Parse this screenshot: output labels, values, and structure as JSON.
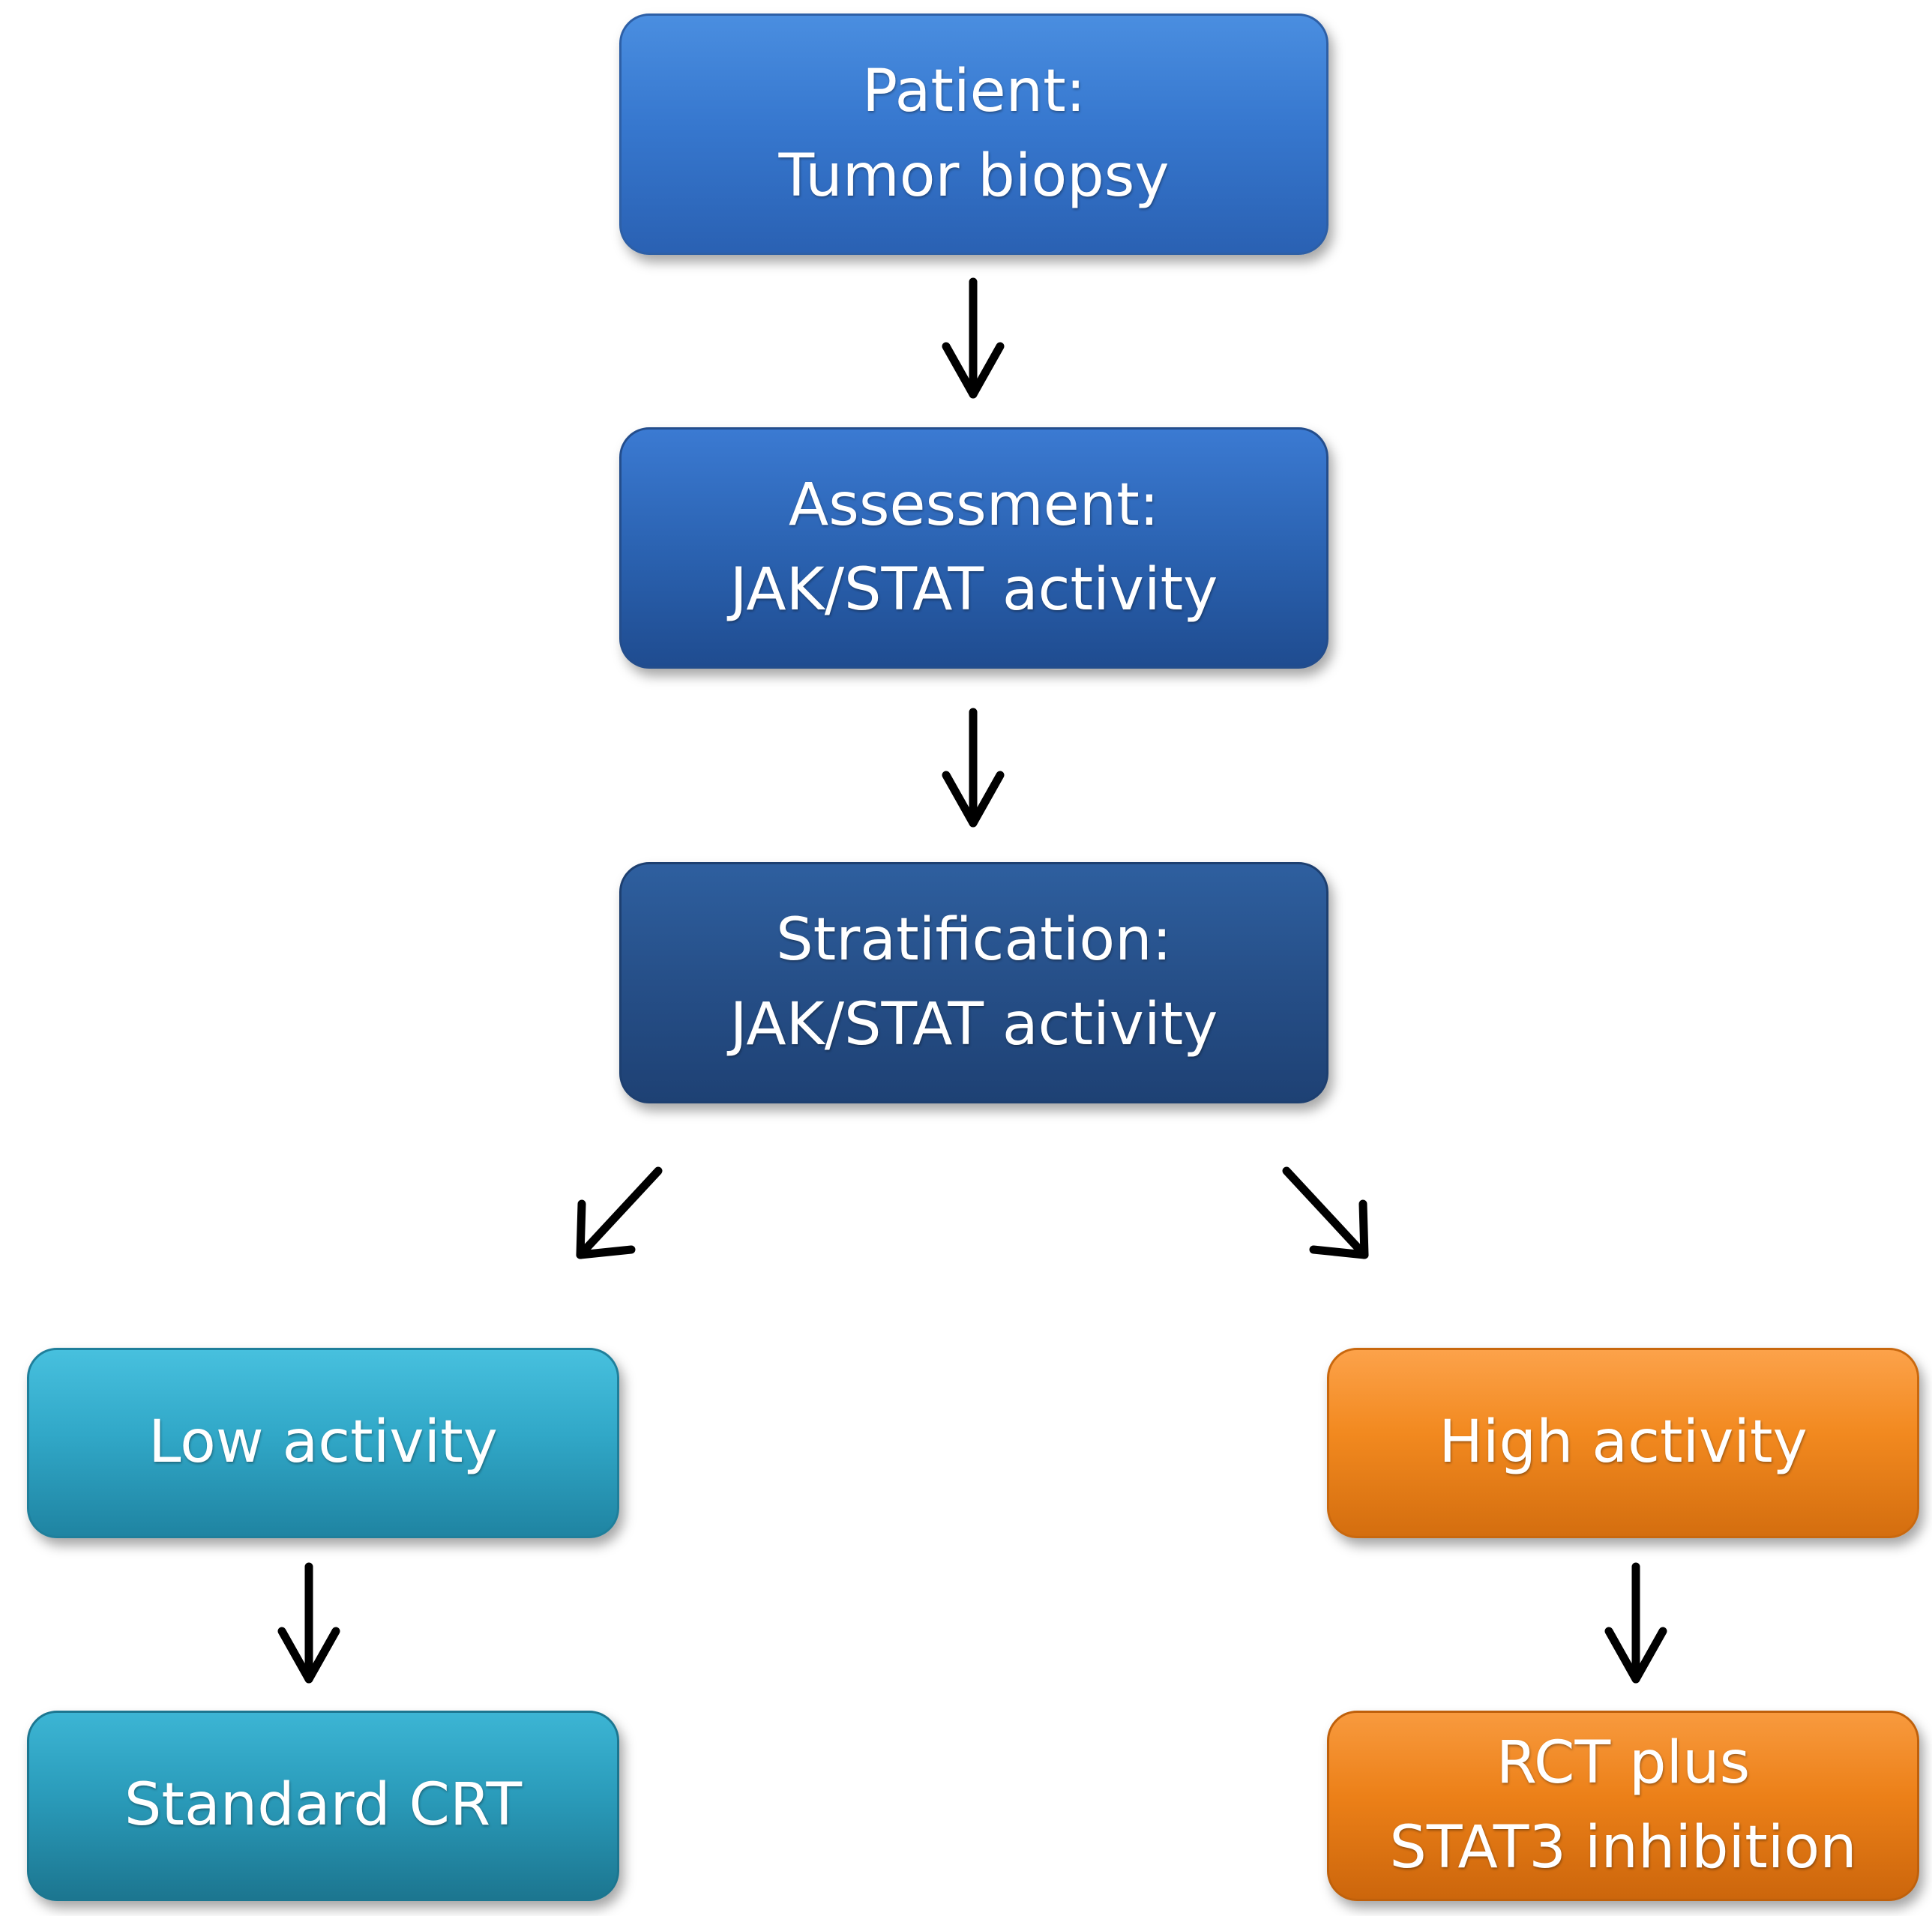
{
  "nodes": {
    "patient": {
      "line1": "Patient:",
      "line2": "Tumor biopsy"
    },
    "assessment": {
      "line1": "Assessment:",
      "line2": "JAK/STAT activity"
    },
    "stratification": {
      "line1": "Stratification:",
      "line2": "JAK/STAT activity"
    },
    "low": {
      "line1": "Low activity"
    },
    "high": {
      "line1": "High activity"
    },
    "standard": {
      "line1": "Standard CRT"
    },
    "rct": {
      "line1": "RCT plus",
      "line2": "STAT3 inhibition"
    }
  },
  "colors": {
    "blue": "#3778cf",
    "dark_blue": "#264f88",
    "teal": "#31a8c8",
    "orange": "#f2891f",
    "arrow": "#000000"
  }
}
